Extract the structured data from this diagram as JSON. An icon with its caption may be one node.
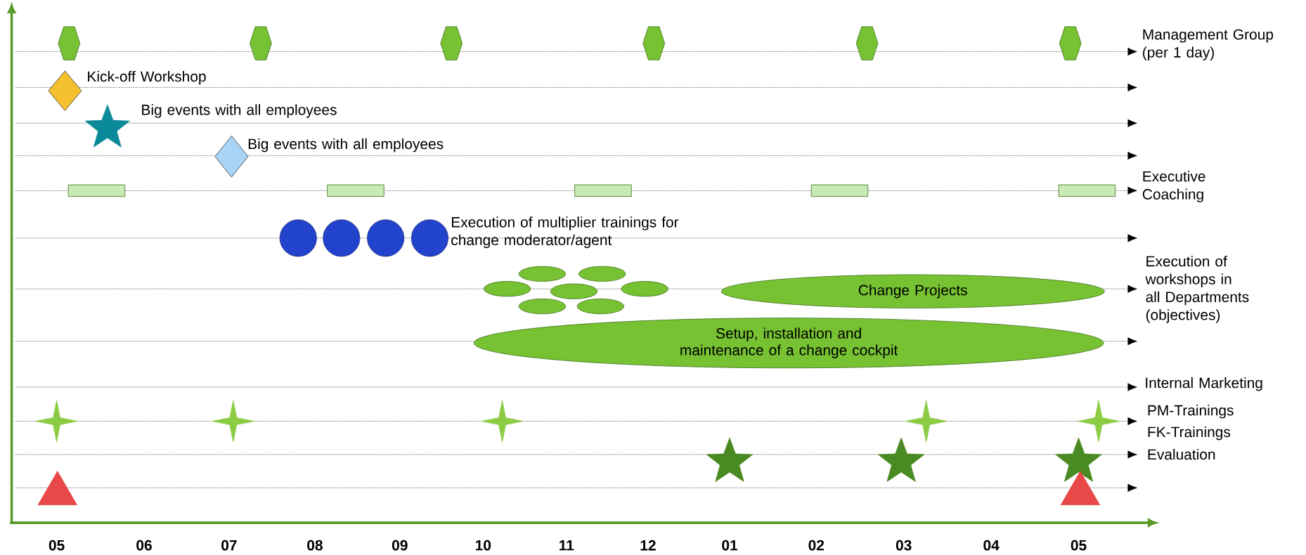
{
  "diagram": {
    "nodes": [
      {
        "text": [],
        "shape": "hexagon"
      },
      {
        "text": [],
        "shape": "hexagon"
      },
      {
        "text": [],
        "shape": "hexagon"
      },
      {
        "text": [],
        "shape": "hexagon"
      },
      {
        "text": [],
        "shape": "hexagon"
      },
      {
        "text": [],
        "shape": "hexagon"
      },
      {
        "text": [],
        "shape": "diamond",
        "beside": [
          "Kick-off Workshop"
        ]
      },
      {
        "text": [],
        "shape": "star",
        "beside": [
          "Big events with all employees"
        ]
      },
      {
        "text": [],
        "shape": "diamond",
        "beside": [
          "Big events with all employees"
        ]
      },
      {
        "text": [],
        "shape": "box"
      },
      {
        "text": [],
        "shape": "box"
      },
      {
        "text": [],
        "shape": "box"
      },
      {
        "text": [],
        "shape": "box"
      },
      {
        "text": [],
        "shape": "box"
      },
      {
        "text": [],
        "shape": "circle"
      },
      {
        "text": [],
        "shape": "circle"
      },
      {
        "text": [],
        "shape": "circle"
      },
      {
        "text": [],
        "shape": "circle",
        "beside": [
          "Execution of multiplier trainings for change moderator/agent"
        ]
      },
      {
        "text": [],
        "shape": "ellipse"
      },
      {
        "text": [],
        "shape": "ellipse"
      },
      {
        "text": [],
        "shape": "ellipse"
      },
      {
        "text": [],
        "shape": "ellipse"
      },
      {
        "text": [],
        "shape": "ellipse"
      },
      {
        "text": [],
        "shape": "ellipse"
      },
      {
        "text": [],
        "shape": "ellipse"
      },
      {
        "text": [
          "Change Projects"
        ]
      },
      {
        "text": [
          "Setup, installation and maintenance of a change cockpit"
        ]
      },
      {
        "text": [],
        "shape": "star"
      },
      {
        "text": [],
        "shape": "star"
      },
      {
        "text": [],
        "shape": "star"
      },
      {
        "text": [],
        "shape": "star"
      },
      {
        "text": [],
        "shape": "star"
      },
      {
        "text": [],
        "shape": "star"
      },
      {
        "text": [],
        "shape": "star"
      },
      {
        "text": [],
        "shape": "star"
      },
      {
        "text": [],
        "shape": "triangle"
      },
      {
        "text": [],
        "shape": "triangle"
      }
    ],
    "labels": [
      "Management Group (per 1 day)",
      "Executive Coaching",
      "Execution of workshops in all Departments (objectives)",
      "Internal Marketing",
      "PM-Trainings",
      "FK-Trainings",
      "Evaluation",
      "05",
      "06",
      "07",
      "08",
      "09",
      "10",
      "11",
      "12",
      "01",
      "02",
      "03",
      "04",
      "05"
    ]
  }
}
